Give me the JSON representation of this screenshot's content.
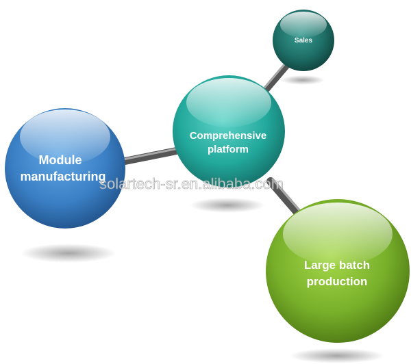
{
  "nodes": {
    "module": {
      "line1": "Module",
      "line2": "manufacturing"
    },
    "platform": {
      "line1": "Comprehensive",
      "line2": "platform"
    },
    "sales": {
      "label": "Sales"
    },
    "batch": {
      "line1": "Large batch",
      "line2": "production"
    }
  },
  "watermark": "solartech-sr.en.alibaba.com",
  "colors": {
    "module": "#3a7fc4",
    "platform": "#2ab0a6",
    "sales": "#1d6e66",
    "batch": "#7db52a",
    "connector": "#6e6e6e"
  }
}
